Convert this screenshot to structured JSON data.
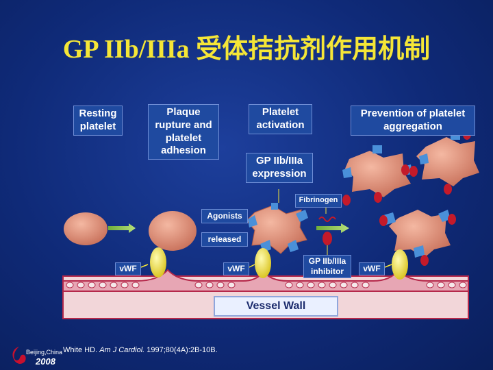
{
  "title": "GP IIb/IIIa 受体拮抗剂作用机制",
  "labels": {
    "resting": "Resting platelet",
    "plaque": "Plaque rupture and platelet adhesion",
    "activation": "Platelet activation",
    "prevention": "Prevention of platelet aggregation",
    "expression": "GP IIb/IIIa expression",
    "fibrinogen": "Fibrinogen",
    "agonists": "Agonists",
    "released": "released",
    "inhibitor": "GP IIb/IIIa inhibitor",
    "vwf": "vWF",
    "vessel_wall": "Vessel Wall"
  },
  "citation": {
    "author": "White HD.",
    "journal": "Am J Cardiol.",
    "ref": "1997;80(4A):2B-10B."
  },
  "logo": {
    "city": "Beijing,China",
    "year": "2008"
  },
  "colors": {
    "background": "#0f2a78",
    "title": "#f5e637",
    "label_box": "#1f4aa0",
    "platelet": "#e0907a",
    "receptor": "#4a90d9",
    "fibrinogen": "#c41a2a",
    "vwf": "#f2e23a",
    "vessel": "#f2d6d9",
    "vessel_border": "#b5284a"
  }
}
